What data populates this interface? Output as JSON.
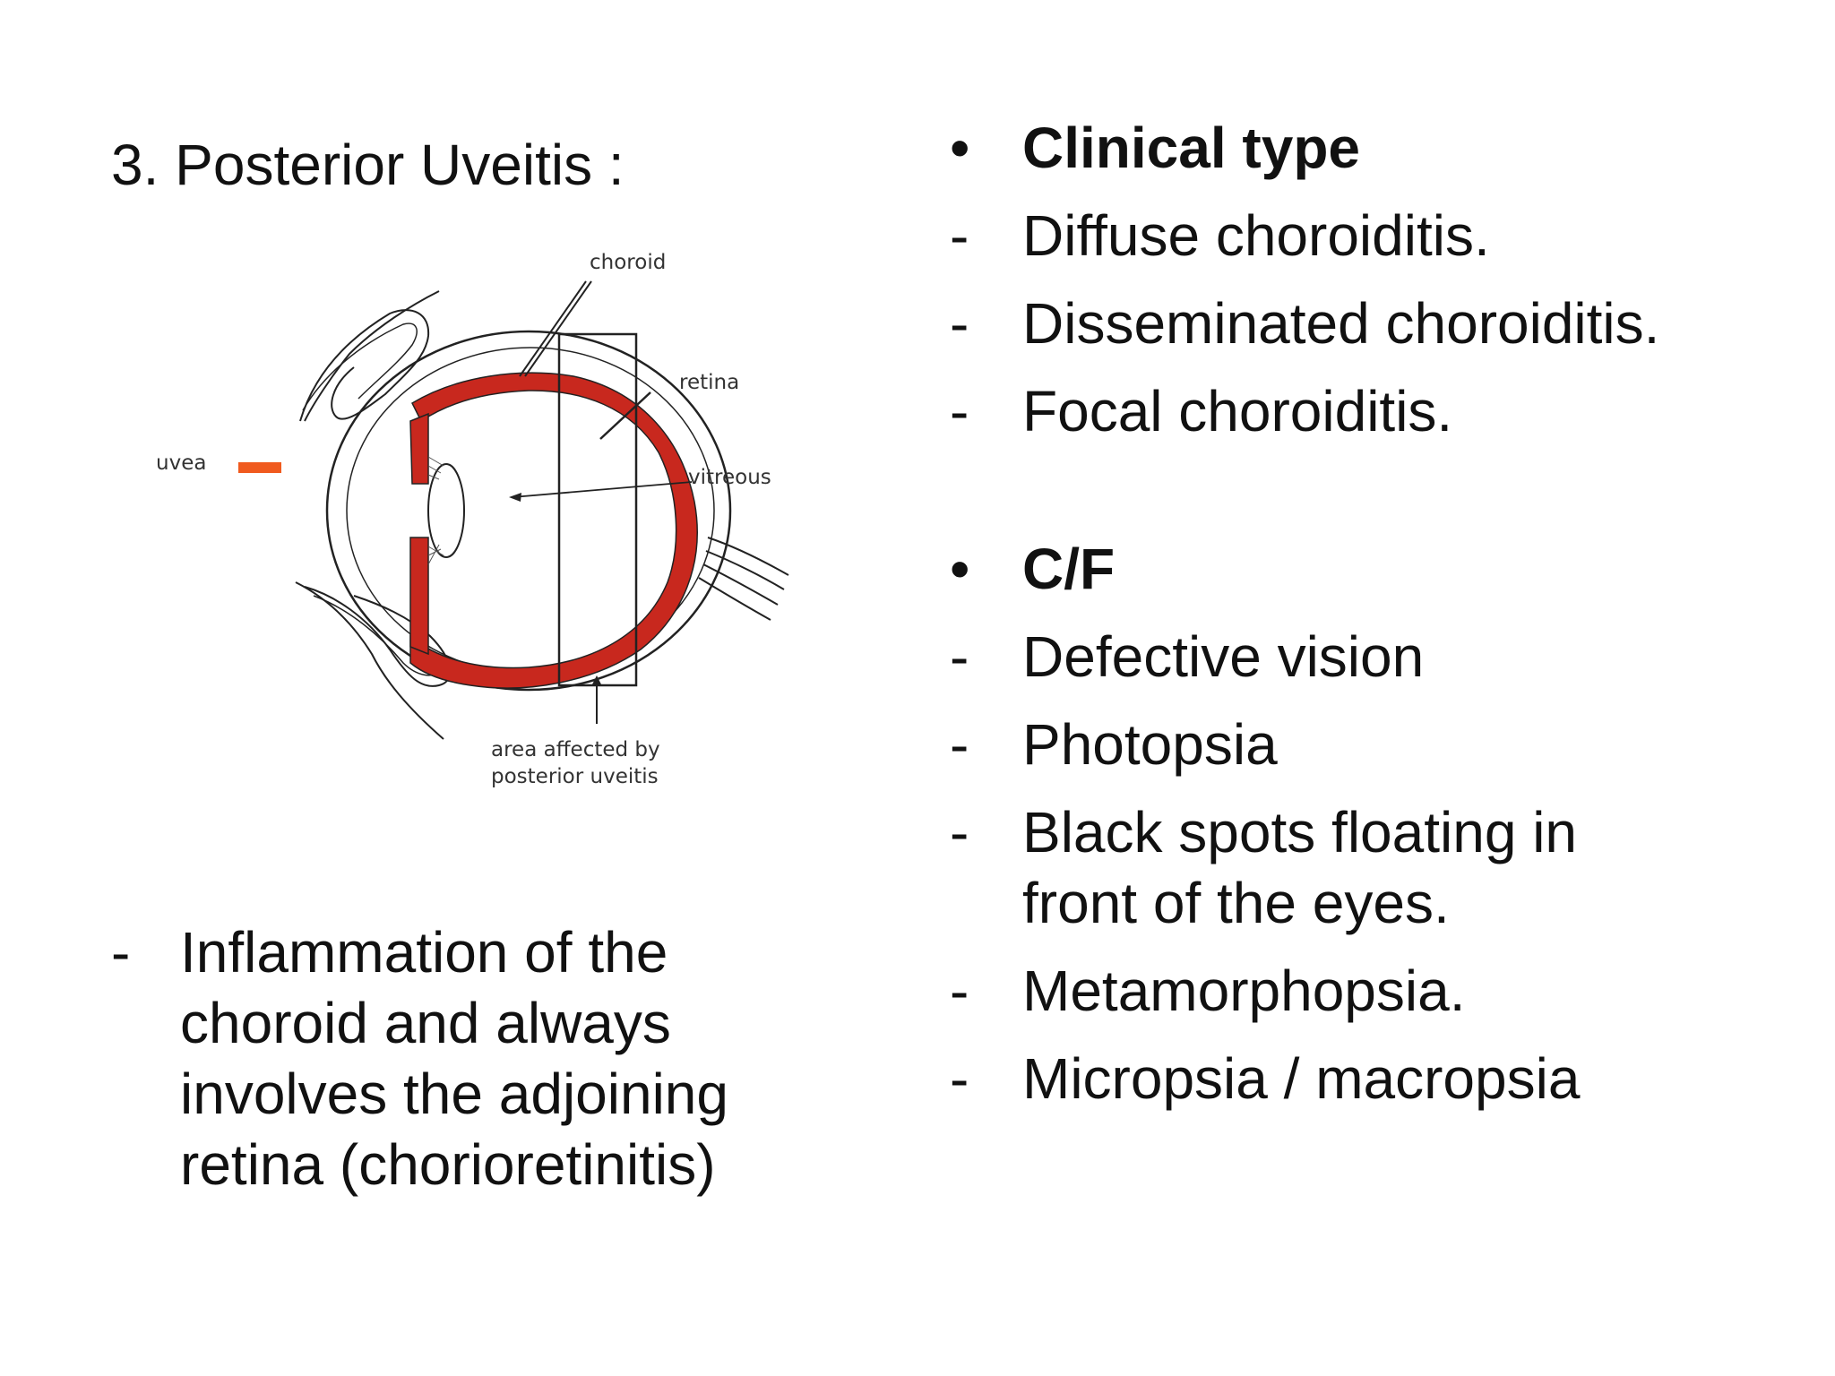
{
  "slide": {
    "title": "3. Posterior Uveitis :"
  },
  "diagram": {
    "labels": {
      "choroid": "choroid",
      "retina": "retina",
      "vitreous": "vitreous",
      "uvea": "uvea",
      "area_line1": "area affected by",
      "area_line2": "posterior uveitis"
    },
    "colors": {
      "uvea": "#c8281e",
      "uvea_legend": "#f05a1e",
      "outline": "#222222"
    }
  },
  "left_text": {
    "marker": "-",
    "text": "Inflammation of the choroid and always involves the adjoining retina (chorioretinitis)"
  },
  "right_column": {
    "clinical_type": {
      "bullet": "•",
      "heading": "Clinical type",
      "items": [
        {
          "marker": "-",
          "text": "Diffuse choroiditis."
        },
        {
          "marker": "-",
          "text": "Disseminated choroiditis."
        },
        {
          "marker": "-",
          "text": "Focal choroiditis."
        }
      ]
    },
    "cf": {
      "bullet": "•",
      "heading": "C/F",
      "items": [
        {
          "marker": "-",
          "text": "Defective vision"
        },
        {
          "marker": "-",
          "text": "Photopsia"
        },
        {
          "marker": "-",
          "text": "Black spots floating in front of the eyes."
        },
        {
          "marker": "-",
          "text": "Metamorphopsia."
        },
        {
          "marker": "-",
          "text": "Micropsia / macropsia"
        }
      ]
    }
  }
}
